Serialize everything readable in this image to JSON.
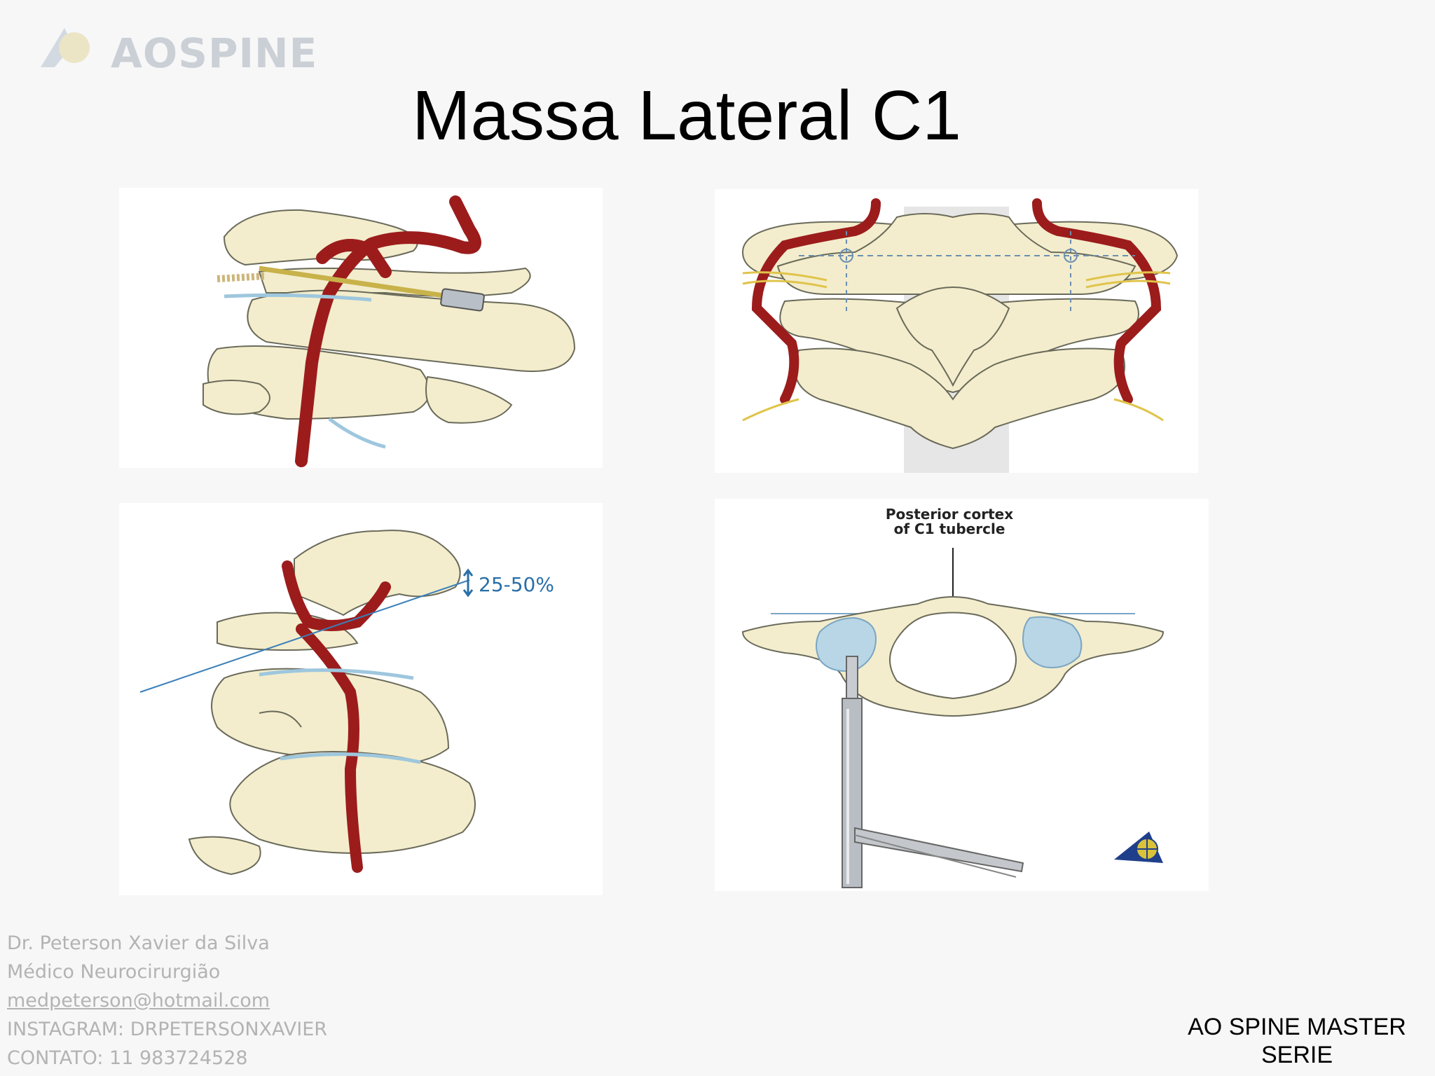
{
  "slide": {
    "logo_text": "AOSPINE",
    "title": "Massa Lateral C1",
    "figures": {
      "angle_label": "25-50%",
      "cortex_line1": "Posterior cortex",
      "cortex_line2": "of C1 tubercle"
    },
    "credits": {
      "name": "Dr. Peterson Xavier da Silva",
      "role": "Médico Neurocirurgião",
      "email": "medpeterson@hotmail.com",
      "instagram": "INSTAGRAM: DRPETERSONXAVIER",
      "contact": "CONTATO: 11 983724528"
    },
    "series_line1": "AO SPINE MASTER",
    "series_line2": "SERIE"
  }
}
